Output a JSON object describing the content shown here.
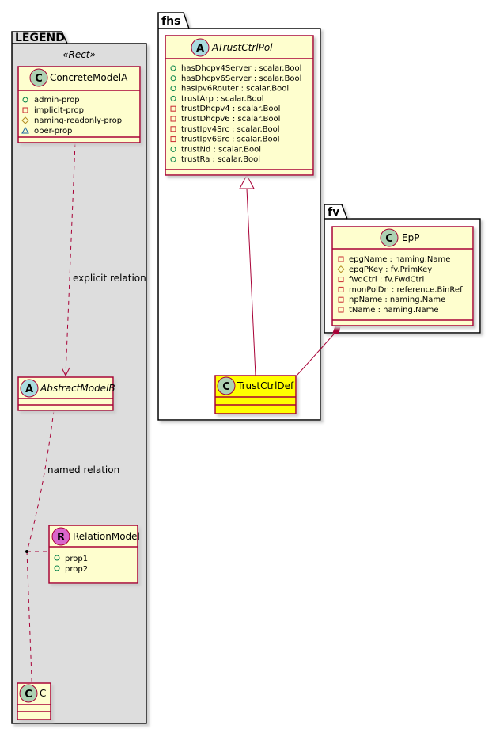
{
  "colors": {
    "class_fill": "#FEFECE",
    "class_border": "#A80036",
    "highlight_fill": "#FFFF00",
    "legend_fill": "#DDDDDD",
    "badge_class": "#ADD1B2",
    "badge_abstract": "#A9DCDF",
    "badge_relation": "#D966CC",
    "relation_line": "#A80036"
  },
  "packages": {
    "legend": {
      "name": "LEGEND",
      "stereotype": "«Rect»"
    },
    "fhs": {
      "name": "fhs"
    },
    "fv": {
      "name": "fv"
    }
  },
  "classes": {
    "concrete_model_a": {
      "badge": "C",
      "name": "ConcreteModelA",
      "attributes": [
        {
          "visibility": "public",
          "symbol": "○",
          "text": "admin-prop"
        },
        {
          "visibility": "private",
          "symbol": "□",
          "text": "implicit-prop"
        },
        {
          "visibility": "protected",
          "symbol": "◇",
          "text": "naming-readonly-prop"
        },
        {
          "visibility": "package",
          "symbol": "△",
          "text": "oper-prop"
        }
      ]
    },
    "abstract_model_b": {
      "badge": "A",
      "name": "AbstractModelB",
      "attributes": []
    },
    "relation_model": {
      "badge": "R",
      "name": "RelationModel",
      "attributes": [
        {
          "visibility": "public",
          "symbol": "○",
          "text": "prop1"
        },
        {
          "visibility": "public",
          "symbol": "○",
          "text": "prop2"
        }
      ]
    },
    "c": {
      "badge": "C",
      "name": "C",
      "attributes": []
    },
    "a_trust_ctrl_pol": {
      "badge": "A",
      "name": "ATrustCtrlPol",
      "attributes": [
        {
          "visibility": "public",
          "symbol": "○",
          "text": "hasDhcpv4Server : scalar.Bool"
        },
        {
          "visibility": "public",
          "symbol": "○",
          "text": "hasDhcpv6Server : scalar.Bool"
        },
        {
          "visibility": "public",
          "symbol": "○",
          "text": "hasIpv6Router : scalar.Bool"
        },
        {
          "visibility": "public",
          "symbol": "○",
          "text": "trustArp : scalar.Bool"
        },
        {
          "visibility": "private",
          "symbol": "□",
          "text": "trustDhcpv4 : scalar.Bool"
        },
        {
          "visibility": "private",
          "symbol": "□",
          "text": "trustDhcpv6 : scalar.Bool"
        },
        {
          "visibility": "private",
          "symbol": "□",
          "text": "trustIpv4Src : scalar.Bool"
        },
        {
          "visibility": "private",
          "symbol": "□",
          "text": "trustIpv6Src : scalar.Bool"
        },
        {
          "visibility": "public",
          "symbol": "○",
          "text": "trustNd : scalar.Bool"
        },
        {
          "visibility": "public",
          "symbol": "○",
          "text": "trustRa : scalar.Bool"
        }
      ]
    },
    "trust_ctrl_def": {
      "badge": "C",
      "name": "TrustCtrlDef",
      "attributes": []
    },
    "epp": {
      "badge": "C",
      "name": "EpP",
      "attributes": [
        {
          "visibility": "private",
          "symbol": "□",
          "text": "epgName : naming.Name"
        },
        {
          "visibility": "protected",
          "symbol": "◇",
          "text": "epgPKey : fv.PrimKey"
        },
        {
          "visibility": "private",
          "symbol": "□",
          "text": "fwdCtrl : fv.FwdCtrl"
        },
        {
          "visibility": "private",
          "symbol": "□",
          "text": "monPolDn : reference.BinRef"
        },
        {
          "visibility": "private",
          "symbol": "□",
          "text": "npName : naming.Name"
        },
        {
          "visibility": "private",
          "symbol": "□",
          "text": "tName : naming.Name"
        }
      ]
    }
  },
  "relations": {
    "explicit": {
      "label": "explicit relation"
    },
    "named": {
      "label": "named relation"
    }
  }
}
